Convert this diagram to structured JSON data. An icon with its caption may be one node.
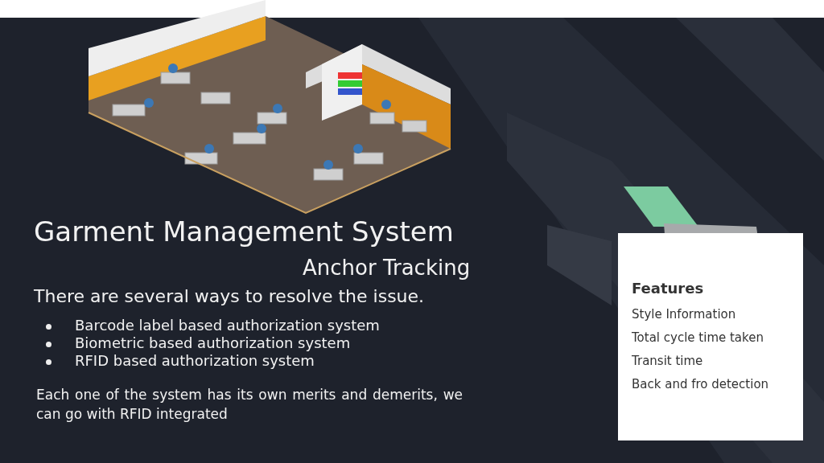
{
  "diagram": {
    "title": "Garment Management System",
    "nodes": [
      {
        "text": [
          "Features",
          "Style Information",
          "Total cycle time taken",
          "Transit time",
          "Back and fro detection"
        ]
      }
    ],
    "labels": [
      "Anchor Tracking",
      "There are several ways to resolve the issue.",
      "Barcode label based authorization system",
      "Biometric based authorization system",
      "RFID based authorization system",
      "Each one of the system has its own merits and demerits, we can go with RFID integrated"
    ]
  }
}
